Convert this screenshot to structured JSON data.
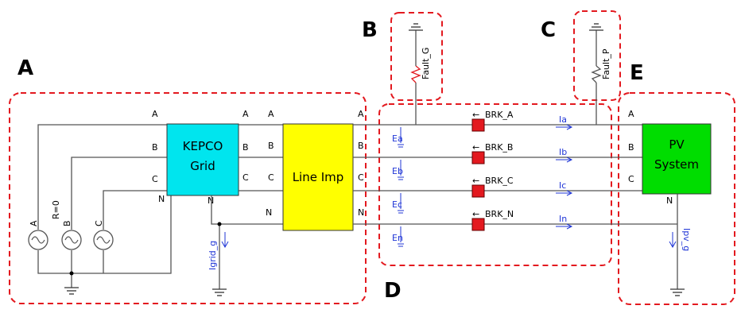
{
  "sections": {
    "A": "A",
    "B": "B",
    "C": "C",
    "D": "D",
    "E": "E"
  },
  "blocks": {
    "kepco": {
      "line1": "KEPCO",
      "line2": "Grid",
      "color": "#00e5ee"
    },
    "line_imp": {
      "label": "Line Imp",
      "color": "#ffff00"
    },
    "pv": {
      "line1": "PV",
      "line2": "System",
      "color": "#00dd00"
    }
  },
  "pins": {
    "a": "A",
    "b": "B",
    "c": "C",
    "n": "N"
  },
  "sources": {
    "a": "A",
    "b": "B",
    "c": "C",
    "r0": "R=0"
  },
  "faults": {
    "grid": "Fault_G",
    "pv": "Fault_P"
  },
  "breakers": [
    "BRK_A",
    "BRK_B",
    "BRK_C",
    "BRK_N"
  ],
  "breaker_arrow": "←",
  "currents": [
    "Ia",
    "Ib",
    "Ic",
    "In"
  ],
  "voltages": [
    "Ea",
    "Eb",
    "Ec",
    "En"
  ],
  "igrid": "Igrid_g",
  "ipv": "Ipv_g",
  "colors": {
    "dashed": "#e3191f",
    "measure": "#1f35d6",
    "breaker": "#e3191f",
    "wire": "#555555"
  }
}
